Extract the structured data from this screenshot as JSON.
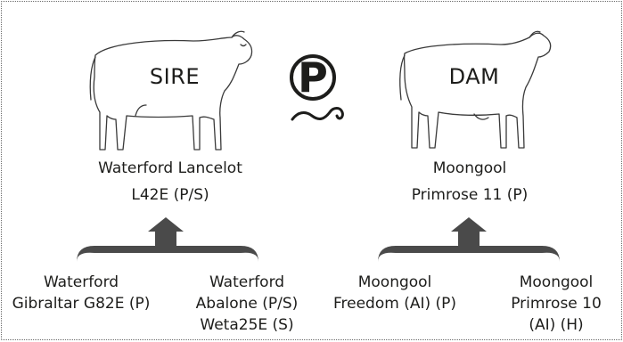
{
  "sire": {
    "label": "SIRE",
    "name_line1": "Waterford Lancelot",
    "name_line2": "L42E (P/S)"
  },
  "dam": {
    "label": "DAM",
    "name_line1": "Moongool",
    "name_line2": "Primrose 11 (P)"
  },
  "poll_symbol": "P",
  "sire_parents": [
    {
      "lines": [
        "Waterford",
        "Gibraltar G82E (P)"
      ]
    },
    {
      "lines": [
        "Waterford",
        "Abalone (P/S)",
        "Weta25E (S)"
      ]
    }
  ],
  "dam_parents": [
    {
      "lines": [
        "Moongool",
        "Freedom (AI) (P)"
      ]
    },
    {
      "lines": [
        "Moongool",
        "Primrose 10",
        "(AI) (H)"
      ]
    }
  ],
  "colors": {
    "arrow": "#4a4a4a",
    "outline": "#3a3a3a",
    "text": "#1d1d1b"
  }
}
